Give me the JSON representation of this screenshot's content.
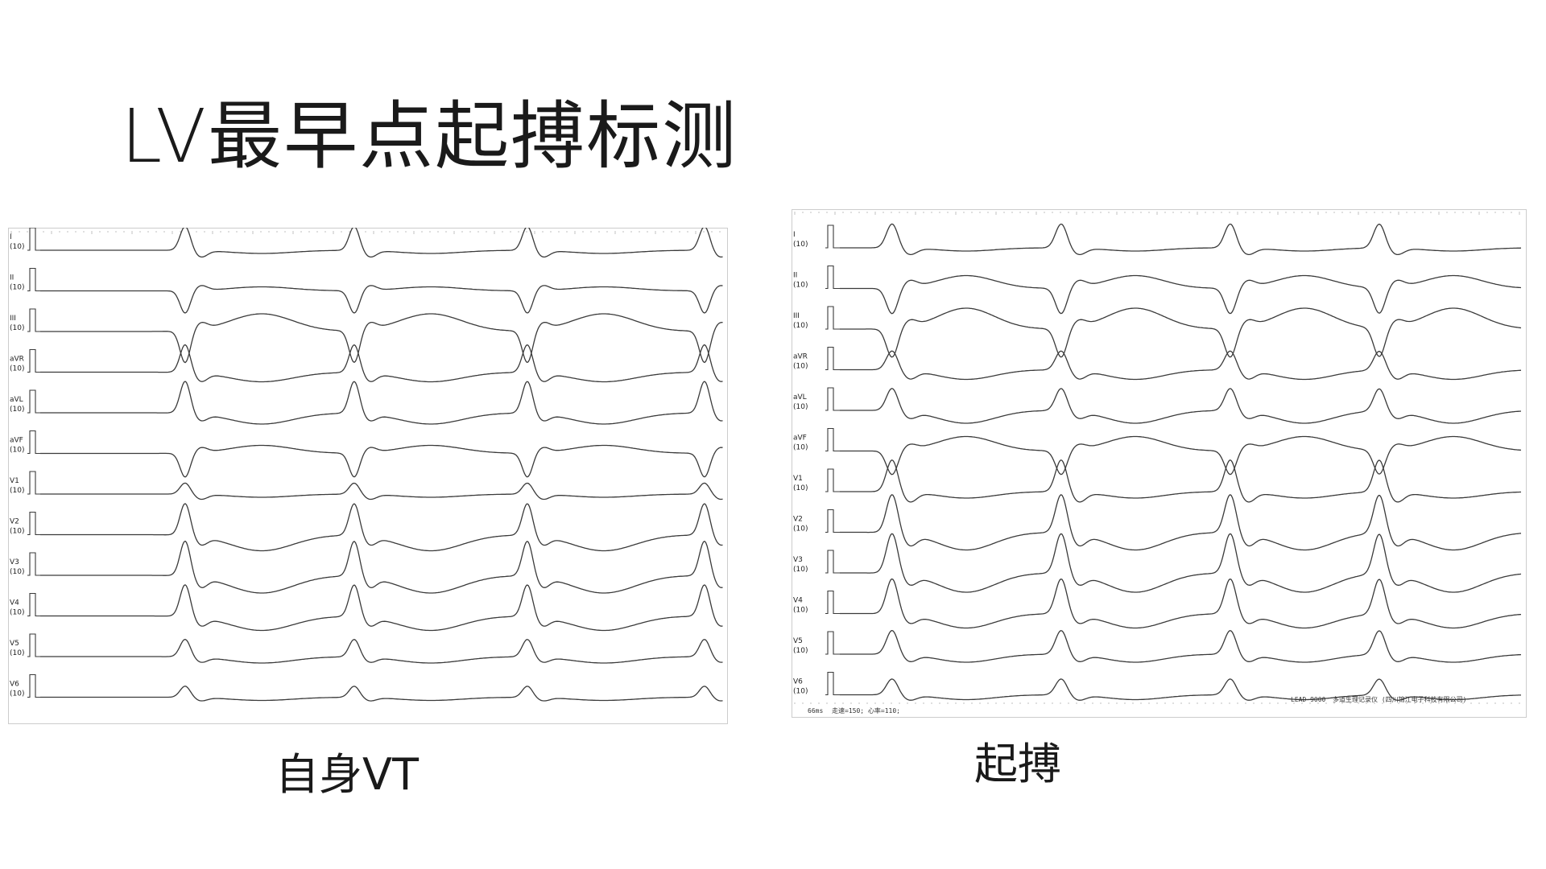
{
  "title": "LV最早点起搏标测",
  "left_caption": "自身VT",
  "right_caption": "起搏",
  "lead_names": [
    "I",
    "II",
    "III",
    "aVR",
    "aVL",
    "aVF",
    "V1",
    "V2",
    "V3",
    "V4",
    "V5",
    "V6"
  ],
  "gain_label": "(10)",
  "right_footer": {
    "left": "66ms",
    "speed": "走速=150; 心率=110;",
    "device": "LEAD-9000",
    "maker": "多道生理记录仪 (四川锦江电子科技有限公司)"
  },
  "colors": {
    "trace": "#3a3a3a",
    "text": "#1a1a1a",
    "border": "#cccccc"
  }
}
